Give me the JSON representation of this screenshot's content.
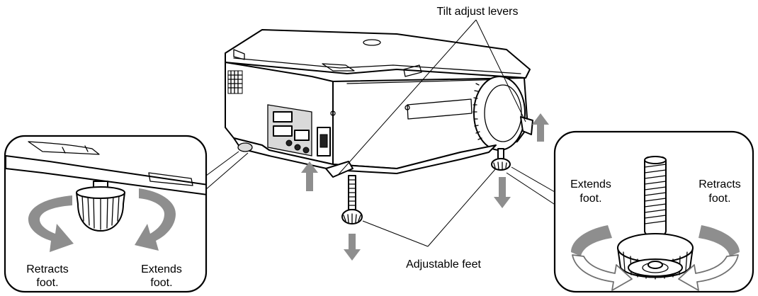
{
  "labels": {
    "tilt_adjust_levers": "Tilt adjust levers",
    "adjustable_feet": "Adjustable feet",
    "left_inset": {
      "retracts_line1": "Retracts",
      "retracts_line2": "foot.",
      "extends_line1": "Extends",
      "extends_line2": "foot."
    },
    "right_inset": {
      "extends_line1": "Extends",
      "extends_line2": "foot.",
      "retracts_line1": "Retracts",
      "retracts_line2": "foot."
    }
  },
  "colors": {
    "line": "#000000",
    "arrow_gray": "#8e8e8e",
    "hollow_arrow_stroke": "#707070",
    "background": "#ffffff"
  }
}
